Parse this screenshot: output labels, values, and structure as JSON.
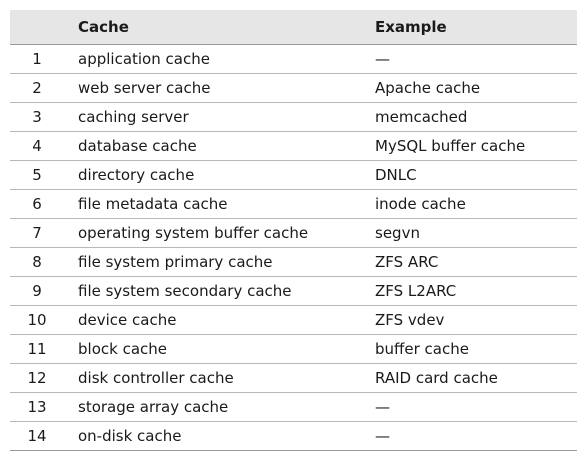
{
  "table": {
    "headers": {
      "number": "",
      "cache": "Cache",
      "example": "Example"
    },
    "rows": [
      {
        "number": "1",
        "cache": "application cache",
        "example": "—"
      },
      {
        "number": "2",
        "cache": "web server cache",
        "example": "Apache cache"
      },
      {
        "number": "3",
        "cache": "caching server",
        "example": "memcached"
      },
      {
        "number": "4",
        "cache": "database cache",
        "example": "MySQL buffer cache"
      },
      {
        "number": "5",
        "cache": "directory cache",
        "example": "DNLC"
      },
      {
        "number": "6",
        "cache": "file metadata cache",
        "example": "inode cache"
      },
      {
        "number": "7",
        "cache": "operating system buffer cache",
        "example": "segvn"
      },
      {
        "number": "8",
        "cache": "file system primary cache",
        "example": "ZFS ARC"
      },
      {
        "number": "9",
        "cache": "file system secondary cache",
        "example": "ZFS L2ARC"
      },
      {
        "number": "10",
        "cache": "device cache",
        "example": "ZFS vdev"
      },
      {
        "number": "11",
        "cache": "block cache",
        "example": "buffer cache"
      },
      {
        "number": "12",
        "cache": "disk controller cache",
        "example": "RAID card cache"
      },
      {
        "number": "13",
        "cache": "storage array cache",
        "example": "—"
      },
      {
        "number": "14",
        "cache": "on-disk cache",
        "example": "—"
      }
    ]
  }
}
